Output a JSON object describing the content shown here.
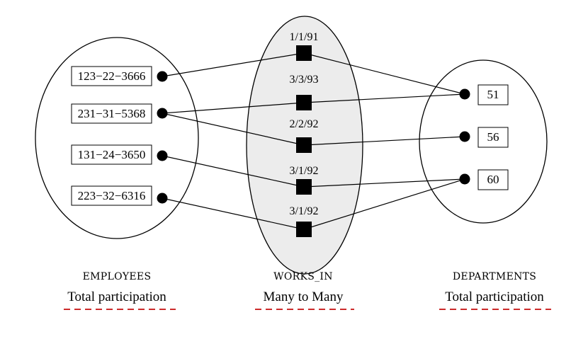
{
  "employees": {
    "label": "EMPLOYEES",
    "caption": "Total participation",
    "ssns": [
      "123−22−3666",
      "231−31−5368",
      "131−24−3650",
      "223−32−6316"
    ]
  },
  "works_in": {
    "label": "WORKS_IN",
    "caption": "Many to Many",
    "dates": [
      "1/1/91",
      "3/3/93",
      "2/2/92",
      "3/1/92",
      "3/1/92"
    ]
  },
  "departments": {
    "label": "DEPARTMENTS",
    "caption": "Total participation",
    "dids": [
      "51",
      "56",
      "60"
    ]
  },
  "links": [
    {
      "employee": 0,
      "department": 0
    },
    {
      "employee": 1,
      "department": 0
    },
    {
      "employee": 1,
      "department": 1
    },
    {
      "employee": 2,
      "department": 2
    },
    {
      "employee": 3,
      "department": 2
    }
  ],
  "colors": {
    "stroke": "#000000",
    "relationship_fill": "#ececec",
    "underline": "#cc2b2b"
  }
}
